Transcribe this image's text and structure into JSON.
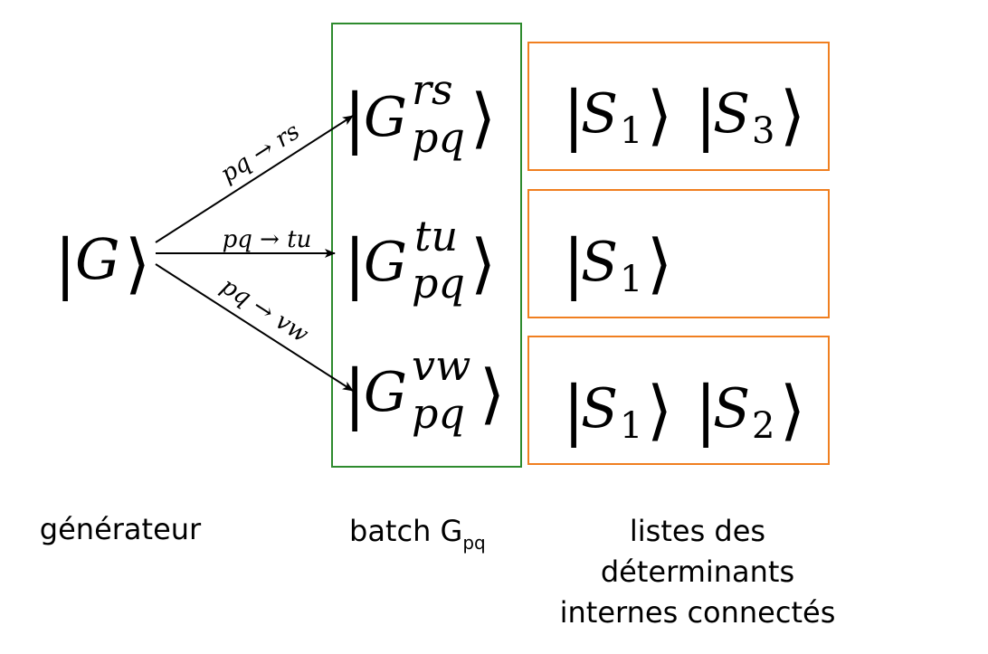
{
  "colors": {
    "batch_border": "#2e8b2e",
    "list_border": "#f07f20",
    "ink": "#000000"
  },
  "generator": {
    "letter": "G"
  },
  "arrows": [
    {
      "label": "pq → rs"
    },
    {
      "label": "pq → tu"
    },
    {
      "label": "pq → vw"
    }
  ],
  "batch": [
    {
      "letter": "G",
      "sup": "rs",
      "sub": "pq"
    },
    {
      "letter": "G",
      "sup": "tu",
      "sub": "pq"
    },
    {
      "letter": "G",
      "sup": "vw",
      "sub": "pq"
    }
  ],
  "lists": [
    {
      "items": [
        {
          "letter": "S",
          "sub": "1"
        },
        {
          "letter": "S",
          "sub": "3"
        }
      ]
    },
    {
      "items": [
        {
          "letter": "S",
          "sub": "1"
        }
      ]
    },
    {
      "items": [
        {
          "letter": "S",
          "sub": "1"
        },
        {
          "letter": "S",
          "sub": "2"
        }
      ]
    }
  ],
  "captions": {
    "generator": "générateur",
    "batch_main": "batch G",
    "batch_sub": "pq",
    "lists_line1": "listes des",
    "lists_line2": "déterminants",
    "lists_line3": "internes connectés"
  }
}
